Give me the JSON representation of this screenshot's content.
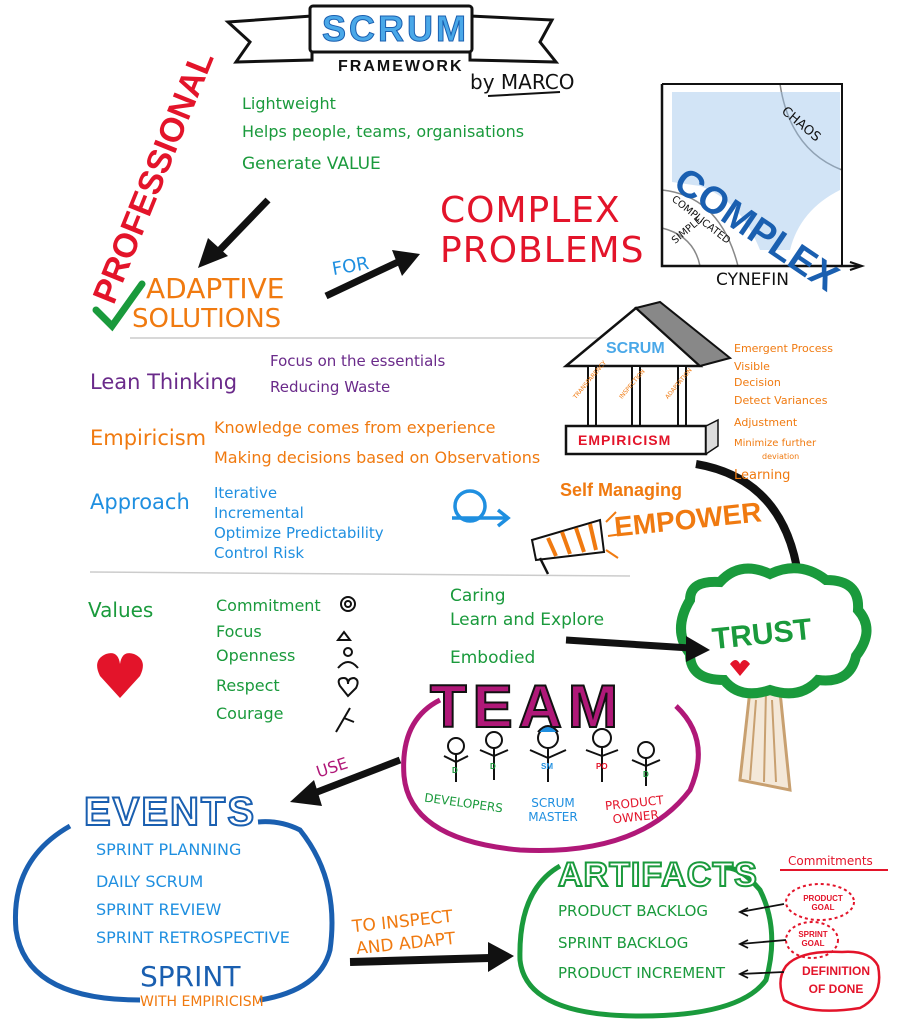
{
  "colors": {
    "green": "#1a9a3c",
    "red": "#e3142a",
    "orange": "#f07a10",
    "purple": "#6a2a8a",
    "blue": "#1f8fe0",
    "darkblue": "#1a5fb0",
    "magenta": "#b01878",
    "black": "#111111",
    "brown": "#c8a070"
  },
  "header": {
    "title": "SCRUM",
    "subtitle": "FRAMEWORK",
    "byline": "by MARCO"
  },
  "professional": "PROFESSIONAL",
  "intro": [
    "Lightweight",
    "Helps people, teams, organisations",
    "Generate VALUE"
  ],
  "complex_problems": [
    "COMPLEX",
    "PROBLEMS"
  ],
  "adaptive": [
    "ADAPTIVE",
    "SOLUTIONS"
  ],
  "for_label": "FOR",
  "cynefin": {
    "center": "COMPLEX",
    "chaos": "CHAOS",
    "complicated": "COMPLICATED",
    "simple": "SIMPLE",
    "label": "CYNEFIN"
  },
  "lean": {
    "title": "Lean Thinking",
    "items": [
      "Focus on the essentials",
      "Reducing Waste"
    ]
  },
  "empiricism": {
    "title": "Empiricism",
    "items": [
      "Knowledge comes from experience",
      "Making decisions based on Observations"
    ]
  },
  "approach": {
    "title": "Approach",
    "items": [
      "Iterative",
      "Incremental",
      "Optimize Predictability",
      "Control Risk"
    ]
  },
  "temple": {
    "roof": "SCRUM",
    "base": "EMPIRICISM",
    "pillars": [
      "TRANSPARENCY",
      "INSPECTION",
      "ADAPTATION"
    ]
  },
  "temple_notes": [
    "Emergent Process",
    "Visible",
    "Decision",
    "Detect Variances",
    "Adjustment",
    "Minimize further",
    "deviation",
    "Learning"
  ],
  "self_managing": "Self Managing",
  "empower": "EMPOWER",
  "values": {
    "title": "Values",
    "items": [
      "Commitment",
      "Focus",
      "Openness",
      "Respect",
      "Courage"
    ],
    "extra": [
      "Caring",
      "Learn and Explore",
      "Embodied"
    ]
  },
  "trust": "TRUST",
  "team": {
    "title": "TEAM",
    "roles": [
      "DEVELOPERS",
      "SCRUM MASTER",
      "PRODUCT OWNER"
    ],
    "badges": [
      "D",
      "D",
      "SM",
      "PO",
      "D"
    ]
  },
  "use_label": "USE",
  "events": {
    "title": "EVENTS",
    "items": [
      "SPRINT PLANNING",
      "DAILY SCRUM",
      "SPRINT REVIEW",
      "SPRINT RETROSPECTIVE"
    ],
    "sprint": "SPRINT",
    "sprint_sub": "WITH EMPIRICISM"
  },
  "inspect": [
    "TO INSPECT",
    "AND ADAPT"
  ],
  "artifacts": {
    "title": "ARTIFACTS",
    "items": [
      "PRODUCT BACKLOG",
      "SPRINT BACKLOG",
      "PRODUCT INCREMENT"
    ]
  },
  "commitments": {
    "title": "Commitments",
    "items": [
      "PRODUCT GOAL",
      "SPRINT GOAL",
      "DEFINITION OF DONE"
    ]
  }
}
